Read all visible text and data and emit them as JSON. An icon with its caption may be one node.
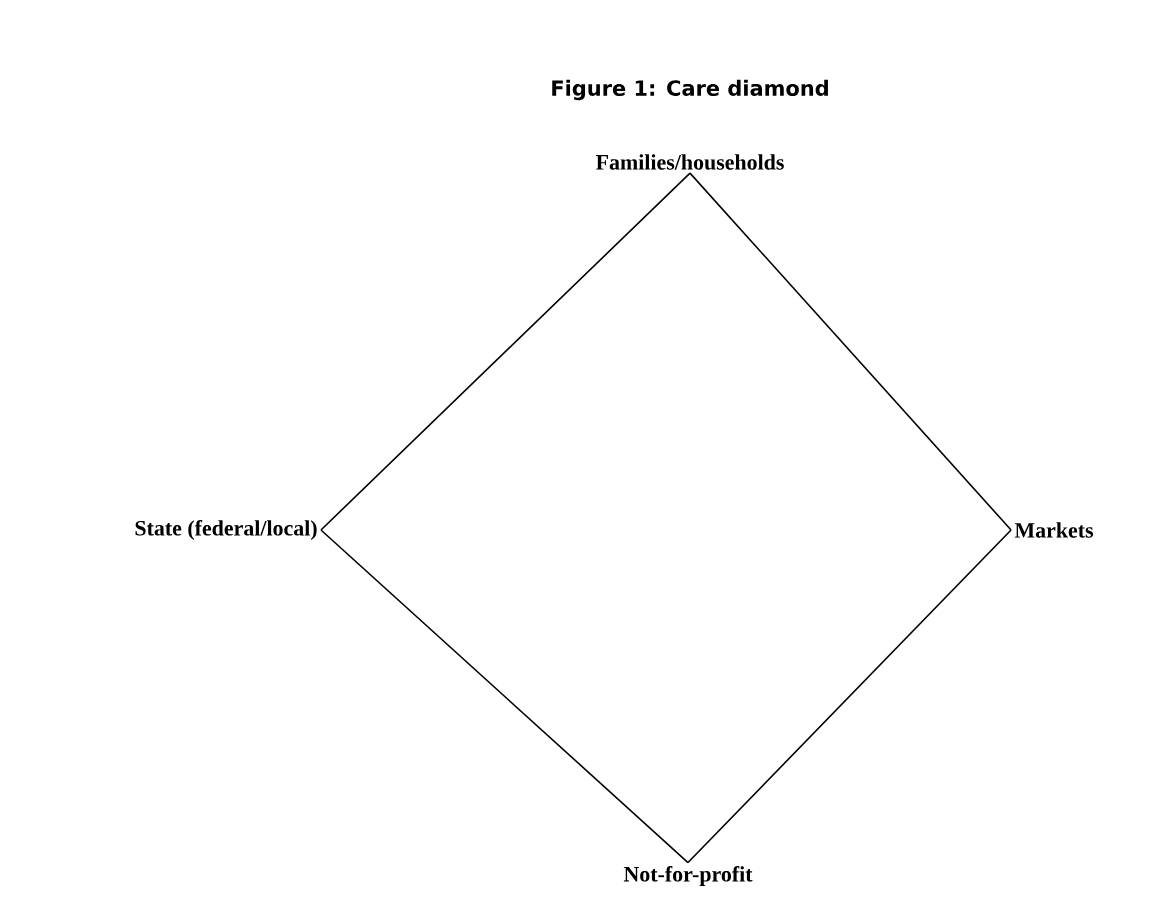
{
  "diagram": {
    "title": "Figure 1: Care diamond",
    "nodes": [
      {
        "text": [
          "Families/households"
        ]
      },
      {
        "text": [
          "State (federal/local)"
        ]
      },
      {
        "text": [
          "Markets"
        ]
      },
      {
        "text": [
          "Not-for-profit"
        ]
      }
    ],
    "edges": [
      {
        "from": 0,
        "to": 1,
        "arrow": "none"
      },
      {
        "from": 0,
        "to": 2,
        "arrow": "none"
      },
      {
        "from": 1,
        "to": 3,
        "arrow": "none"
      },
      {
        "from": 2,
        "to": 3,
        "arrow": "none"
      }
    ]
  }
}
